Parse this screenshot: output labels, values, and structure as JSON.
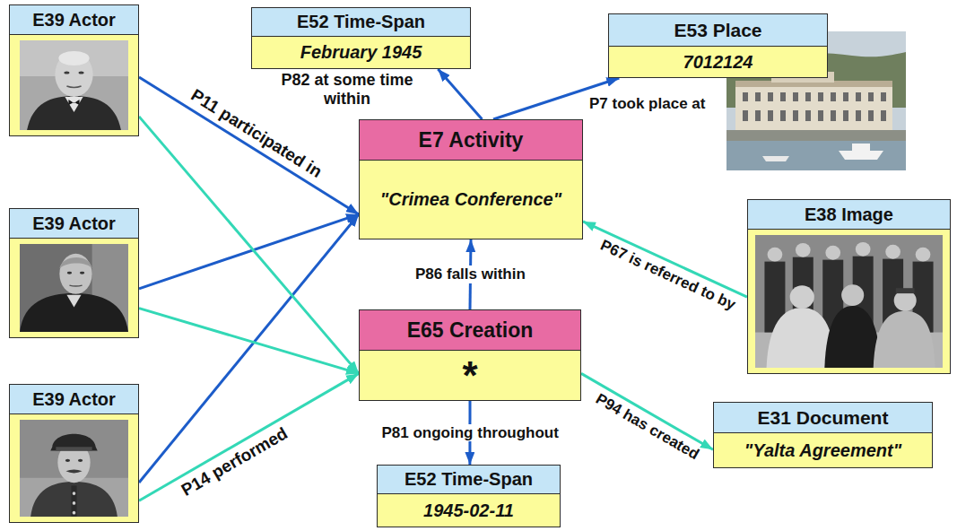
{
  "diagram": {
    "nodes": [
      {
        "text": [
          "E39 Actor"
        ]
      },
      {
        "text": [
          "E52 Time-Span",
          "February 1945"
        ]
      },
      {
        "text": [
          "E53 Place",
          "7012124"
        ]
      },
      {
        "text": [
          "E7 Activity",
          "\"Crimea Conference\""
        ]
      },
      {
        "text": [
          "E39 Actor"
        ]
      },
      {
        "text": [
          "E38 Image"
        ]
      },
      {
        "text": [
          "E65 Creation",
          "*"
        ]
      },
      {
        "text": [
          "E39 Actor"
        ]
      },
      {
        "text": [
          "E31 Document",
          "\"Yalta Agreement\""
        ]
      },
      {
        "text": [
          "E52 Time-Span",
          "1945-02-11"
        ]
      }
    ],
    "edges": [
      {
        "from": 0,
        "to": 3,
        "arrow": "to",
        "label": "P11 participated in"
      },
      {
        "from": 4,
        "to": 3,
        "arrow": "to"
      },
      {
        "from": 7,
        "to": 3,
        "arrow": "to"
      },
      {
        "from": 0,
        "to": 6,
        "arrow": "to"
      },
      {
        "from": 4,
        "to": 6,
        "arrow": "to"
      },
      {
        "from": 7,
        "to": 6,
        "arrow": "to",
        "label": "P14 performed"
      },
      {
        "from": 3,
        "to": 1,
        "arrow": "to",
        "label": "P82 at some time within"
      },
      {
        "from": 3,
        "to": 2,
        "arrow": "to",
        "label": "P7 took place at"
      },
      {
        "from": 6,
        "to": 3,
        "arrow": "to",
        "label": "P86 falls within"
      },
      {
        "from": 5,
        "to": 3,
        "arrow": "to",
        "label": "P67 is referred to by"
      },
      {
        "from": 6,
        "to": 9,
        "arrow": "to",
        "label": "P81 ongoing throughout"
      },
      {
        "from": 6,
        "to": 8,
        "arrow": "to",
        "label": "P94 has created"
      }
    ]
  }
}
